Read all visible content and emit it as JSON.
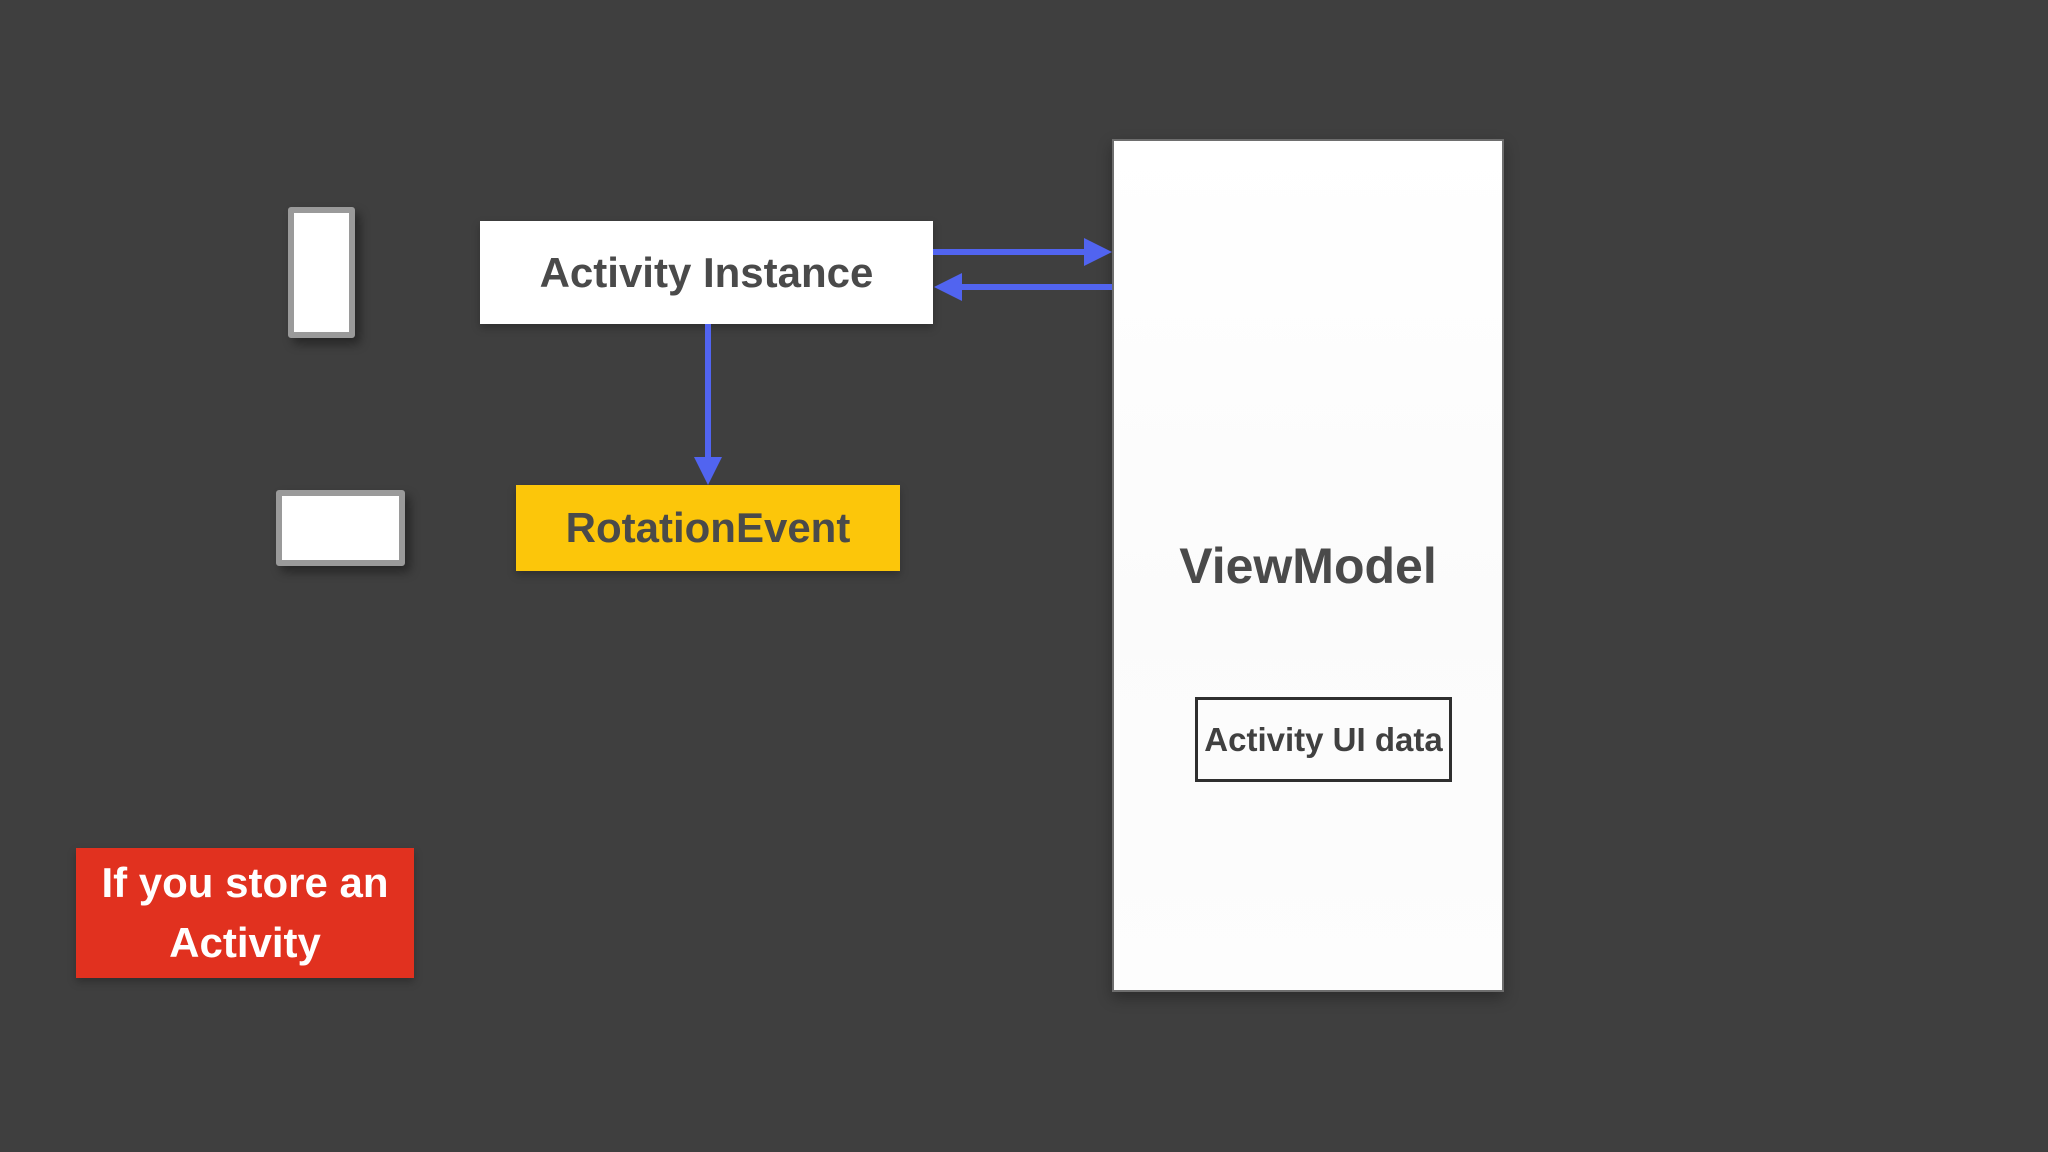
{
  "colors": {
    "background": "#3F3F3F",
    "arrow_blue": "#5164F0",
    "rotation_event_yellow": "#FCC60A",
    "warning_red": "#E1311F",
    "node_white": "#FFFFFF",
    "dark_text": "#4A4A4A",
    "phone_border_gray": "#9A9A9A"
  },
  "nodes": {
    "activity_instance": {
      "label": "Activity Instance"
    },
    "rotation_event": {
      "label": "RotationEvent"
    },
    "viewmodel": {
      "label": "ViewModel"
    },
    "activity_ui_data": {
      "label": "Activity UI data"
    },
    "warning": {
      "label": "If you store an\nActivity"
    }
  },
  "icons": [
    {
      "name": "phone-portrait-icon",
      "depicts": "phone in portrait orientation"
    },
    {
      "name": "phone-landscape-icon",
      "depicts": "phone in landscape orientation"
    }
  ],
  "arrows": [
    {
      "name": "activity-to-viewmodel-arrow",
      "direction": "right"
    },
    {
      "name": "viewmodel-to-activity-arrow",
      "direction": "left"
    },
    {
      "name": "activity-to-rotationevent-arrow",
      "direction": "down"
    }
  ]
}
